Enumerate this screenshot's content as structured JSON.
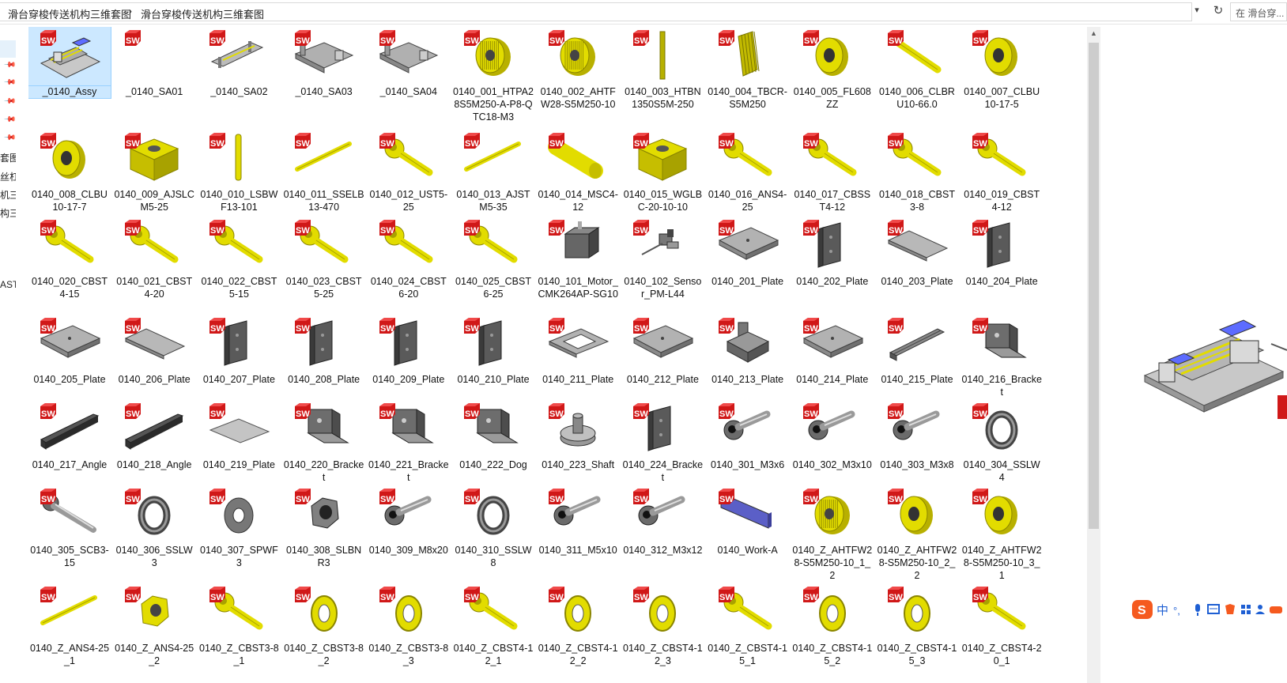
{
  "address": {
    "crumbs": [
      "滑台穿梭传送机构三维套图",
      "滑台穿梭传送机构三维套图"
    ],
    "search_placeholder": "在 滑台穿..."
  },
  "nav": {
    "texts": [
      "套图",
      "丝杠",
      "机三",
      "构三",
      "AST"
    ]
  },
  "colors": {
    "yellow": "#e2dc00",
    "gray": "#8f8f8f",
    "dark": "#3b3b3b",
    "sw_red": "#d01818",
    "selection": "#cce8ff"
  },
  "files": [
    {
      "name": "_0140_Assy",
      "icon": "assembly"
    },
    {
      "name": "_0140_SA01",
      "icon": "blank"
    },
    {
      "name": "_0140_SA02",
      "icon": "gray-frame"
    },
    {
      "name": "_0140_SA03",
      "icon": "gray-plate"
    },
    {
      "name": "_0140_SA04",
      "icon": "gray-plate"
    },
    {
      "name": "0140_001_HTPA28S5M250-A-P8-QTC18-M3",
      "icon": "pulley"
    },
    {
      "name": "0140_002_AHTFW28-S5M250-10",
      "icon": "pulley"
    },
    {
      "name": "0140_003_HTBN1350S5M-250",
      "icon": "belt"
    },
    {
      "name": "0140_004_TBCR-S5M250",
      "icon": "belt-rack"
    },
    {
      "name": "0140_005_FL608ZZ",
      "icon": "bearing"
    },
    {
      "name": "0140_006_CLBRU10-66.0",
      "icon": "rod"
    },
    {
      "name": "0140_007_CLBU10-17-5",
      "icon": "bearing"
    },
    {
      "name": "0140_008_CLBU10-17-7",
      "icon": "bearing"
    },
    {
      "name": "0140_009_AJSLCM5-25",
      "icon": "block"
    },
    {
      "name": "0140_010_LSBWF13-101",
      "icon": "pin"
    },
    {
      "name": "0140_011_SSELB13-470",
      "icon": "shaft"
    },
    {
      "name": "0140_012_UST5-25",
      "icon": "bolt"
    },
    {
      "name": "0140_013_AJSTM5-35",
      "icon": "shaft"
    },
    {
      "name": "0140_014_MSC4-12",
      "icon": "cylinder"
    },
    {
      "name": "0140_015_WGLBC-20-10-10",
      "icon": "block"
    },
    {
      "name": "0140_016_ANS4-25",
      "icon": "bolt"
    },
    {
      "name": "0140_017_CBSST4-12",
      "icon": "bolt"
    },
    {
      "name": "0140_018_CBST3-8",
      "icon": "bolt"
    },
    {
      "name": "0140_019_CBST4-12",
      "icon": "bolt"
    },
    {
      "name": "0140_020_CBST4-15",
      "icon": "bolt"
    },
    {
      "name": "0140_021_CBST4-20",
      "icon": "bolt"
    },
    {
      "name": "0140_022_CBST5-15",
      "icon": "bolt"
    },
    {
      "name": "0140_023_CBST5-25",
      "icon": "bolt"
    },
    {
      "name": "0140_024_CBST6-20",
      "icon": "bolt"
    },
    {
      "name": "0140_025_CBST6-25",
      "icon": "bolt"
    },
    {
      "name": "0140_101_Motor_CMK264AP-SG10",
      "icon": "motor"
    },
    {
      "name": "0140_102_Sensor_PM-L44",
      "icon": "sensor"
    },
    {
      "name": "0140_201_Plate",
      "icon": "plate"
    },
    {
      "name": "0140_202_Plate",
      "icon": "plate-upright"
    },
    {
      "name": "0140_203_Plate",
      "icon": "plate-long"
    },
    {
      "name": "0140_204_Plate",
      "icon": "plate-upright"
    },
    {
      "name": "0140_205_Plate",
      "icon": "plate"
    },
    {
      "name": "0140_206_Plate",
      "icon": "plate-long"
    },
    {
      "name": "0140_207_Plate",
      "icon": "plate-upright"
    },
    {
      "name": "0140_208_Plate",
      "icon": "plate-upright"
    },
    {
      "name": "0140_209_Plate",
      "icon": "plate-upright"
    },
    {
      "name": "0140_210_Plate",
      "icon": "plate-upright"
    },
    {
      "name": "0140_211_Plate",
      "icon": "plate-frame"
    },
    {
      "name": "0140_212_Plate",
      "icon": "plate"
    },
    {
      "name": "0140_213_Plate",
      "icon": "block-gray"
    },
    {
      "name": "0140_214_Plate",
      "icon": "plate"
    },
    {
      "name": "0140_215_Plate",
      "icon": "channel"
    },
    {
      "name": "0140_216_Bracket",
      "icon": "bracket"
    },
    {
      "name": "0140_217_Angle",
      "icon": "angle"
    },
    {
      "name": "0140_218_Angle",
      "icon": "angle"
    },
    {
      "name": "0140_219_Plate",
      "icon": "plate-flat"
    },
    {
      "name": "0140_220_Bracket",
      "icon": "bracket"
    },
    {
      "name": "0140_221_Bracket",
      "icon": "bracket"
    },
    {
      "name": "0140_222_Dog",
      "icon": "bracket"
    },
    {
      "name": "0140_223_Shaft",
      "icon": "shaft-gray"
    },
    {
      "name": "0140_224_Bracket",
      "icon": "plate-upright"
    },
    {
      "name": "0140_301_M3x6",
      "icon": "screw"
    },
    {
      "name": "0140_302_M3x10",
      "icon": "screw"
    },
    {
      "name": "0140_303_M3x8",
      "icon": "screw"
    },
    {
      "name": "0140_304_SSLW4",
      "icon": "washer-gray"
    },
    {
      "name": "0140_305_SCB3-15",
      "icon": "screw-long"
    },
    {
      "name": "0140_306_SSLW3",
      "icon": "washer-gray"
    },
    {
      "name": "0140_307_SPWF3",
      "icon": "washer-flat"
    },
    {
      "name": "0140_308_SLBNR3",
      "icon": "nut-gray"
    },
    {
      "name": "0140_309_M8x20",
      "icon": "screw"
    },
    {
      "name": "0140_310_SSLW8",
      "icon": "washer-gray"
    },
    {
      "name": "0140_311_M5x10",
      "icon": "screw"
    },
    {
      "name": "0140_312_M3x12",
      "icon": "screw"
    },
    {
      "name": "0140_Work-A",
      "icon": "work"
    },
    {
      "name": "0140_Z_AHTFW28-S5M250-10_1_2",
      "icon": "pulley"
    },
    {
      "name": "0140_Z_AHTFW28-S5M250-10_2_2",
      "icon": "bearing"
    },
    {
      "name": "0140_Z_AHTFW28-S5M250-10_3_1",
      "icon": "bearing"
    },
    {
      "name": "0140_Z_ANS4-25_1",
      "icon": "shaft"
    },
    {
      "name": "0140_Z_ANS4-25_2",
      "icon": "nut-yellow"
    },
    {
      "name": "0140_Z_CBST3-8_1",
      "icon": "bolt"
    },
    {
      "name": "0140_Z_CBST3-8_2",
      "icon": "washer-yellow"
    },
    {
      "name": "0140_Z_CBST3-8_3",
      "icon": "washer-yellow"
    },
    {
      "name": "0140_Z_CBST4-12_1",
      "icon": "bolt"
    },
    {
      "name": "0140_Z_CBST4-12_2",
      "icon": "washer-yellow"
    },
    {
      "name": "0140_Z_CBST4-12_3",
      "icon": "washer-yellow"
    },
    {
      "name": "0140_Z_CBST4-15_1",
      "icon": "bolt"
    },
    {
      "name": "0140_Z_CBST4-15_2",
      "icon": "washer-yellow"
    },
    {
      "name": "0140_Z_CBST4-15_3",
      "icon": "washer-yellow"
    },
    {
      "name": "0140_Z_CBST4-20_1",
      "icon": "bolt"
    }
  ],
  "ime_toolbar": {
    "lang_label": "中",
    "punct_label": "°,"
  }
}
